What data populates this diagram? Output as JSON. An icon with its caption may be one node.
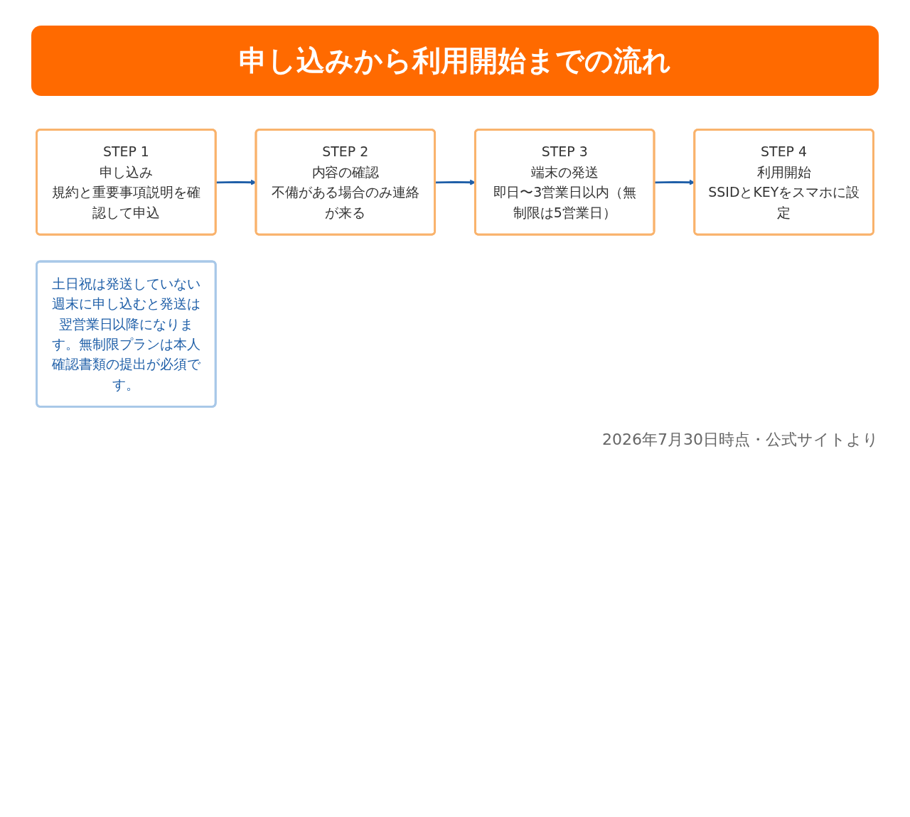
{
  "diagram": {
    "title": "申し込みから利用開始までの流れ",
    "nodes": [
      {
        "text": [
          "STEP 1",
          "申し込み",
          "規約と重要事項説明を確認して申込"
        ]
      },
      {
        "text": [
          "STEP 2",
          "内容の確認",
          "不備がある場合のみ連絡が来る"
        ]
      },
      {
        "text": [
          "STEP 3",
          "端末の発送",
          "即日〜3営業日以内（無制限は5営業日）"
        ]
      },
      {
        "text": [
          "STEP 4",
          "利用開始",
          "SSIDとKEYをスマホに設定"
        ]
      },
      {
        "text": [
          "土日祝は発送していない",
          "週末に申し込むと発送は翌営業日以降になります。無制限プランは本人確認書類の提出が必須です。"
        ]
      }
    ],
    "edges": [
      {
        "from": 0,
        "to": 1,
        "arrow": "to"
      },
      {
        "from": 1,
        "to": 2,
        "arrow": "to"
      },
      {
        "from": 2,
        "to": 3,
        "arrow": "to"
      }
    ],
    "caption": "2026年7月30日時点・公式サイトより"
  }
}
